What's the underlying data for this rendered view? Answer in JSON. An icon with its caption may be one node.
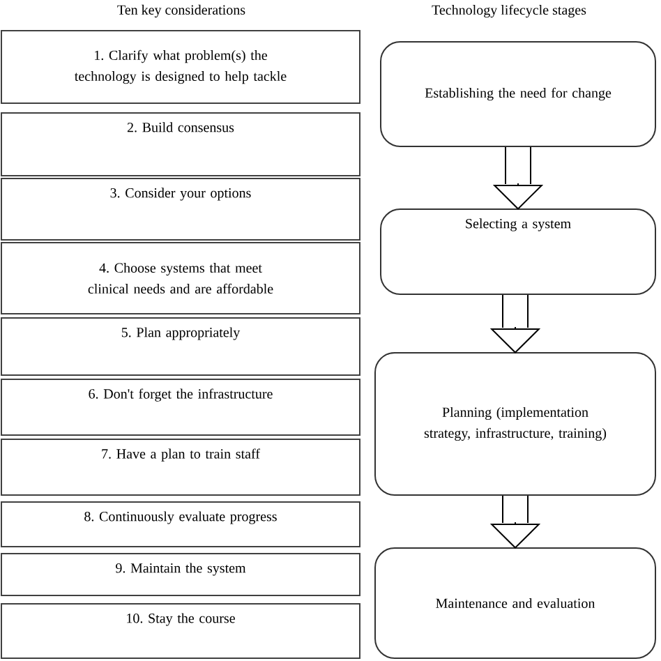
{
  "diagram": {
    "nodes": [
      {
        "text": [
          "1. Clarify what problem(s) the technology is designed to help tackle"
        ]
      },
      {
        "text": [
          "2. Build consensus"
        ]
      },
      {
        "text": [
          "3. Consider your options"
        ]
      },
      {
        "text": [
          "4. Choose systems that meet clinical needs and are affordable"
        ]
      },
      {
        "text": [
          "5. Plan appropriately"
        ]
      },
      {
        "text": [
          "6. Don't forget the infrastructure"
        ]
      },
      {
        "text": [
          "7. Have a plan to train staff"
        ]
      },
      {
        "text": [
          "8. Continuously evaluate progress"
        ]
      },
      {
        "text": [
          "9. Maintain the system"
        ]
      },
      {
        "text": [
          "10.  Stay the course"
        ]
      },
      {
        "text": [
          "Establishing the need for change"
        ]
      },
      {
        "text": [
          "Selecting a system"
        ]
      },
      {
        "text": [
          "Planning (implementation strategy, infrastructure, training)"
        ]
      },
      {
        "text": [
          "Maintenance and evaluation"
        ]
      }
    ],
    "edges": [
      {
        "from": 10,
        "to": 11,
        "arrow": "to"
      },
      {
        "from": 11,
        "to": 12,
        "arrow": "to"
      },
      {
        "from": 12,
        "to": 13,
        "arrow": "to"
      }
    ],
    "labels": [
      "Ten key considerations",
      "Technology lifecycle stages"
    ]
  }
}
